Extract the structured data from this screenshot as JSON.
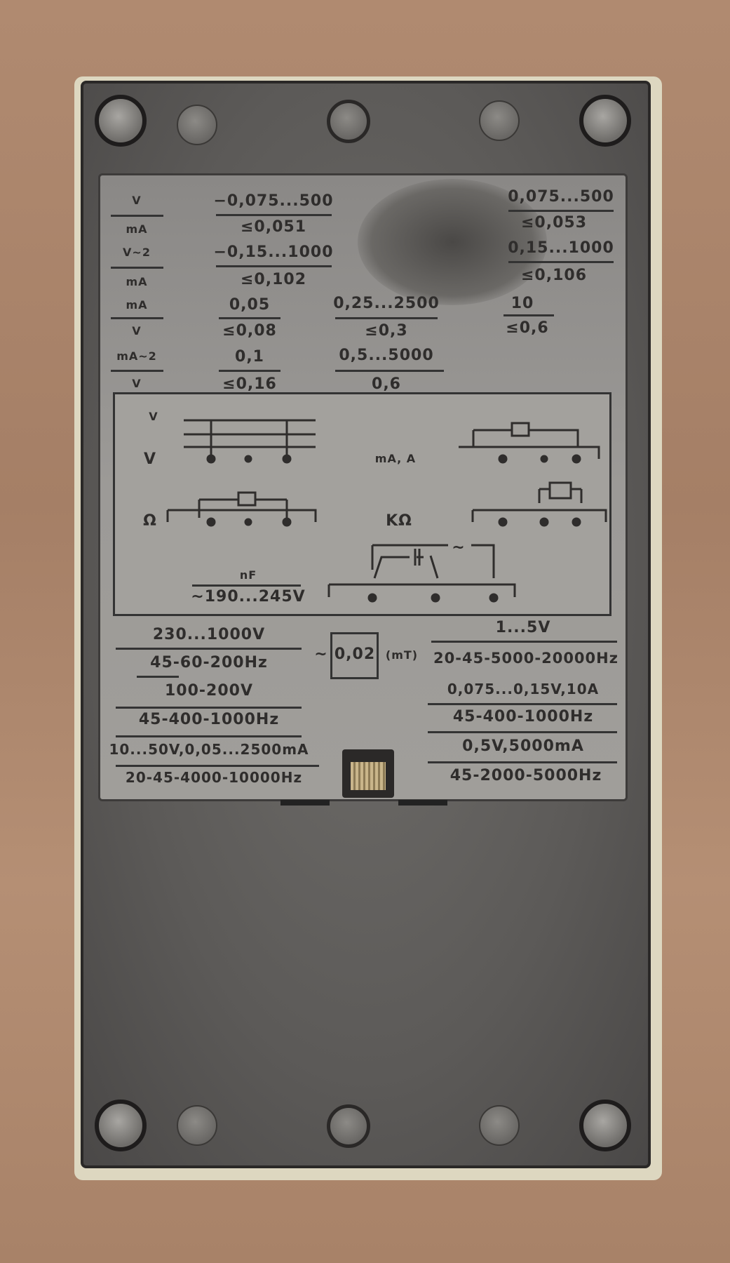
{
  "table": {
    "rows": [
      {
        "label_top": "V",
        "label_bottom": "mA",
        "c1_top": "−0,075...500",
        "c1_bottom": "≤0,051",
        "c3_top": "0,075...500",
        "c3_bottom": "≤0,053"
      },
      {
        "label_top": "V~2",
        "label_bottom": "mA",
        "c1_top": "−0,15...1000",
        "c1_bottom": "≤0,102",
        "c3_top": "0,15...1000",
        "c3_bottom": "≤0,106"
      },
      {
        "label_top": "mA",
        "label_bottom": "V",
        "c1_top": "0,05",
        "c1_bottom": "≤0,08",
        "c2_top": "0,25...2500",
        "c2_bottom": "≤0,3",
        "c3_top": "10",
        "c3_bottom": "≤0,6"
      },
      {
        "label_top": "mA~2",
        "label_bottom": "V",
        "c1_top": "0,1",
        "c1_bottom": "≤0,16",
        "c2_top": "0,5...5000",
        "c2_bottom": "0,6"
      }
    ]
  },
  "diagram": {
    "v": "V",
    "ma": "mA, A",
    "ohm": "Ω",
    "kohm": "KΩ",
    "nf": "nF",
    "mains": "~190...245V",
    "tilde": "~"
  },
  "lower_left": [
    "230...1000V",
    "45-60-200Hz",
    "100-200V",
    "45-400-1000Hz",
    "10...50V,0,05...2500mA",
    "20-45-4000-10000Hz"
  ],
  "center": {
    "tilde": "~",
    "value": "0,02",
    "unit": "(mT)"
  },
  "lower_right": [
    "1...5V",
    "20-45-5000-20000Hz",
    "0,075...0,15V,10A",
    "45-400-1000Hz",
    "0,5V,5000mA",
    "45-2000-5000Hz"
  ]
}
